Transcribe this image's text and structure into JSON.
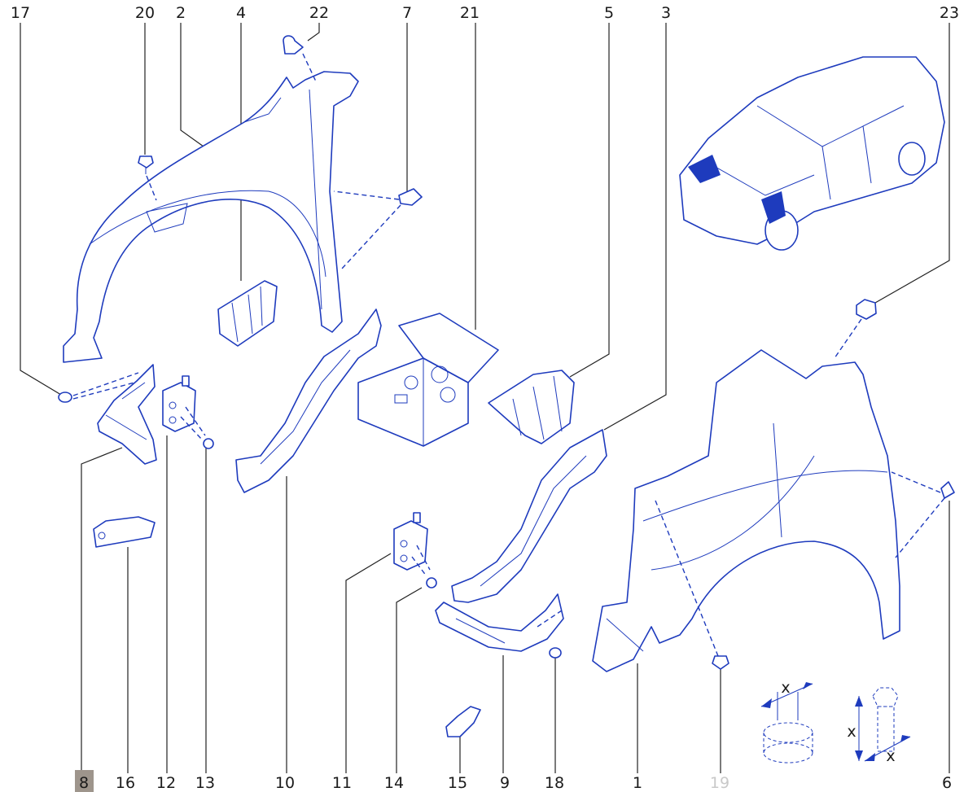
{
  "diagram": {
    "callouts": [
      {
        "id": "17",
        "label": "17"
      },
      {
        "id": "20",
        "label": "20"
      },
      {
        "id": "2",
        "label": "2"
      },
      {
        "id": "4",
        "label": "4"
      },
      {
        "id": "22",
        "label": "22"
      },
      {
        "id": "7",
        "label": "7"
      },
      {
        "id": "21",
        "label": "21"
      },
      {
        "id": "5",
        "label": "5"
      },
      {
        "id": "3",
        "label": "3"
      },
      {
        "id": "23",
        "label": "23"
      },
      {
        "id": "8",
        "label": "8",
        "highlighted": true
      },
      {
        "id": "16",
        "label": "16"
      },
      {
        "id": "12",
        "label": "12"
      },
      {
        "id": "13",
        "label": "13"
      },
      {
        "id": "10",
        "label": "10"
      },
      {
        "id": "11",
        "label": "11"
      },
      {
        "id": "14",
        "label": "14"
      },
      {
        "id": "15",
        "label": "15"
      },
      {
        "id": "9",
        "label": "9"
      },
      {
        "id": "18",
        "label": "18"
      },
      {
        "id": "1",
        "label": "1"
      },
      {
        "id": "19",
        "label": "19",
        "dimmed": true
      },
      {
        "id": "6",
        "label": "6"
      }
    ],
    "dimension_labels": {
      "nut_x": "x",
      "bolt_x_left": "x",
      "bolt_x_bottom": "x"
    },
    "colors": {
      "line_art": "#1e3bbd",
      "callout_text": "#1a1a1a",
      "dimmed_text": "#c9c9c9",
      "highlight_box": "#9e958c"
    }
  }
}
